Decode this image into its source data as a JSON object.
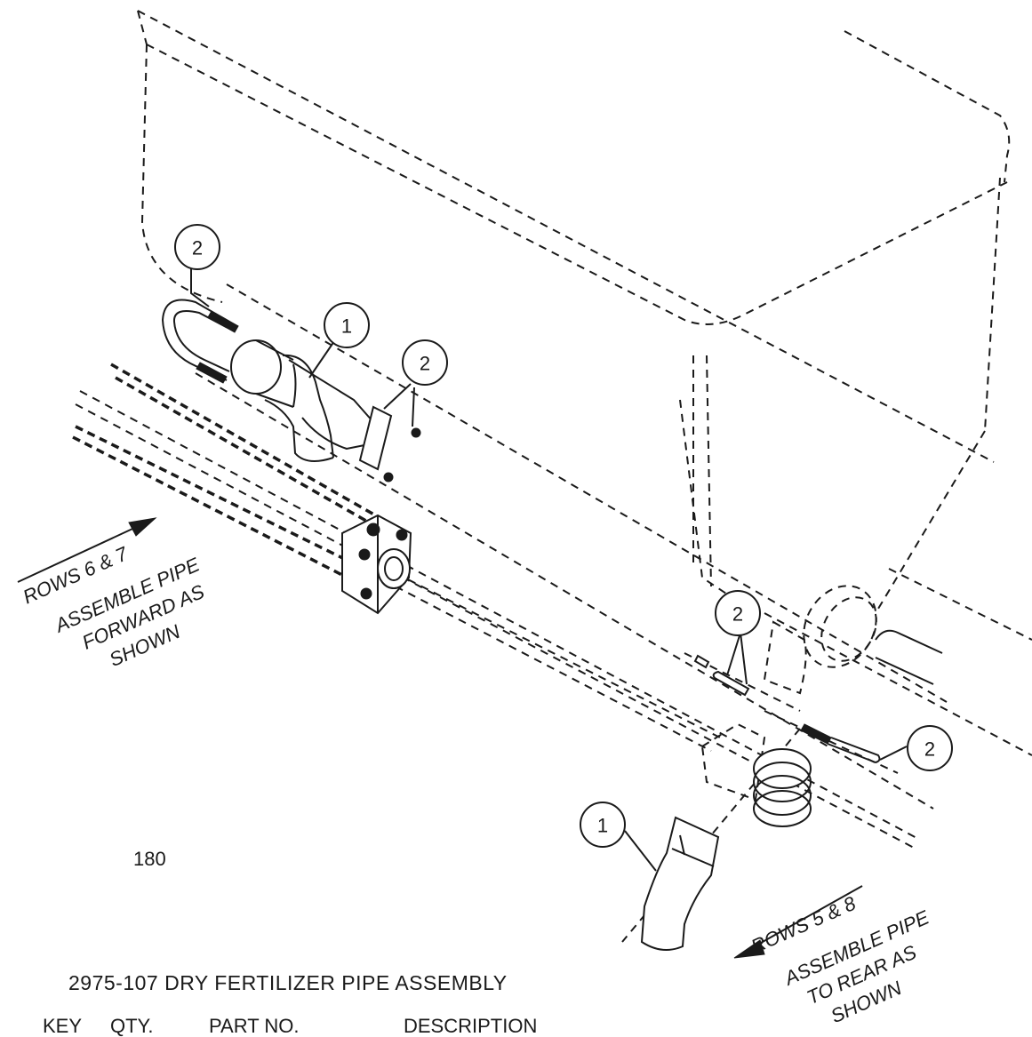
{
  "drawing": {
    "sheet_number": "180",
    "title": "2975-107 DRY FERTILIZER PIPE ASSEMBLY",
    "table_header": {
      "key": "KEY",
      "qty": "QTY.",
      "part_no": "PART NO.",
      "description": "DESCRIPTION"
    }
  },
  "callouts": [
    "2",
    "1",
    "2",
    "2",
    "2",
    "1"
  ],
  "notes": {
    "rows_6_7": [
      "ROWS 6 & 7",
      "ASSEMBLE PIPE",
      "FORWARD AS",
      "SHOWN"
    ],
    "rows_5_8": [
      "ROWS 5 & 8",
      "ASSEMBLE PIPE",
      "TO REAR AS",
      "SHOWN"
    ]
  }
}
